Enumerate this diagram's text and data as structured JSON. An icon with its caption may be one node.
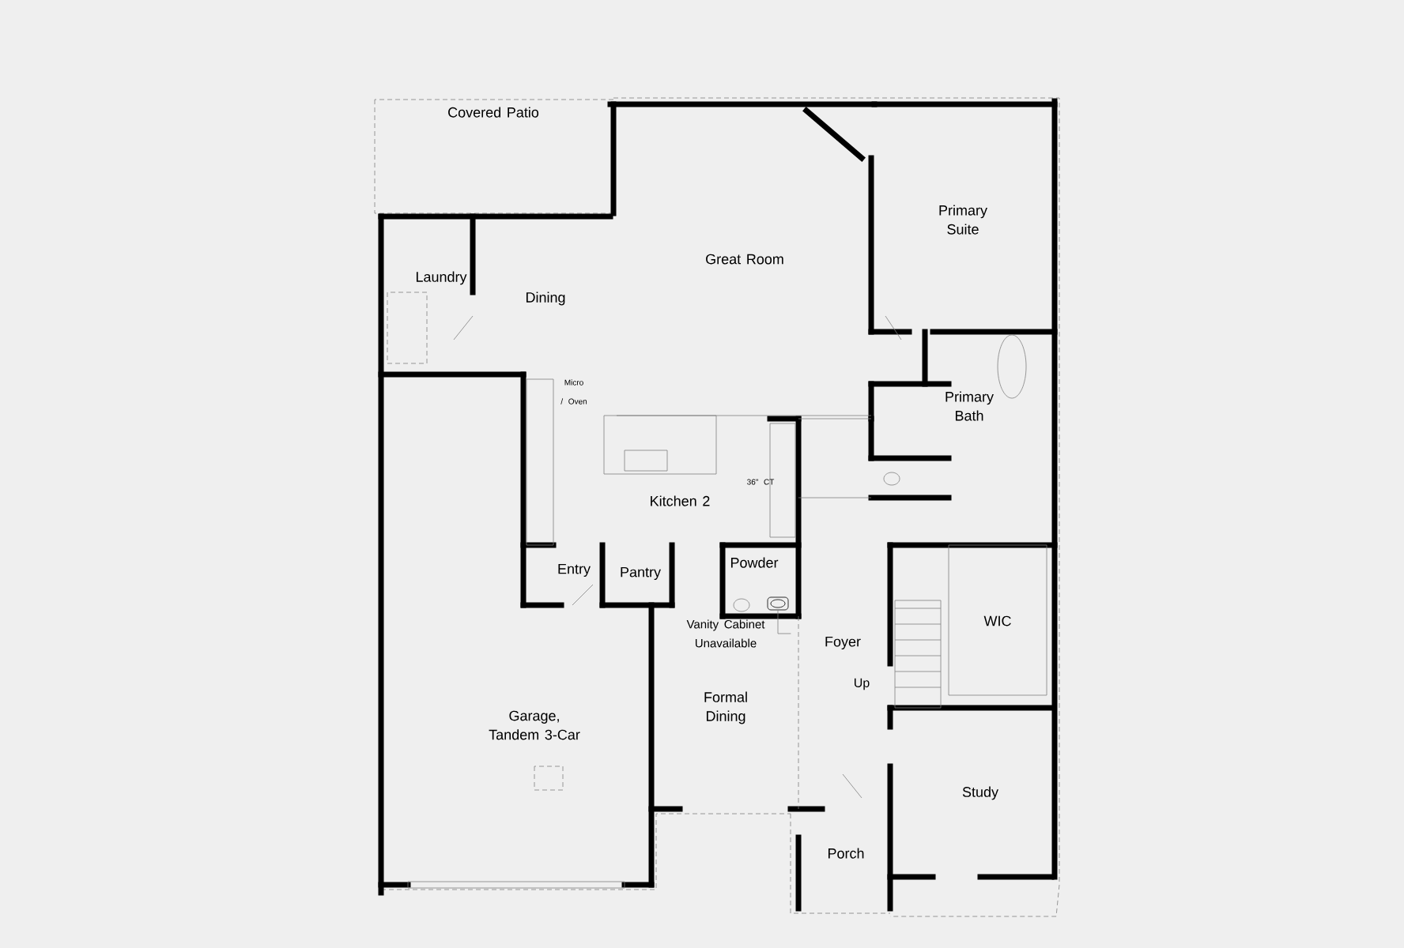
{
  "diagram": {
    "nodes": [
      {
        "text": [
          "Covered Patio"
        ]
      },
      {
        "text": [
          "Great Room"
        ]
      },
      {
        "text": [
          "Primary Suite"
        ]
      },
      {
        "text": [
          "Laundry"
        ]
      },
      {
        "text": [
          "Dining"
        ]
      },
      {
        "text": [
          "Primary Bath"
        ]
      },
      {
        "text": [
          "Kitchen 2"
        ]
      },
      {
        "text": [
          "Entry"
        ]
      },
      {
        "text": [
          "Pantry"
        ]
      },
      {
        "text": [
          "Powder"
        ]
      },
      {
        "text": [
          "Foyer"
        ]
      },
      {
        "text": [
          "WIC"
        ]
      },
      {
        "text": [
          "Garage, Tandem 3-Car"
        ]
      },
      {
        "text": [
          "Formal Dining"
        ]
      },
      {
        "text": [
          "Study"
        ]
      },
      {
        "text": [
          "Porch"
        ]
      },
      {
        "text": [
          "Vanity Cabinet Unavailable"
        ]
      },
      {
        "text": [],
        "shape": "picture"
      }
    ],
    "edges": [
      {
        "from": 16,
        "to": 17,
        "arrow": "none"
      }
    ],
    "labels": [
      "Micro / Oven",
      "36\" CT",
      "Up"
    ]
  }
}
